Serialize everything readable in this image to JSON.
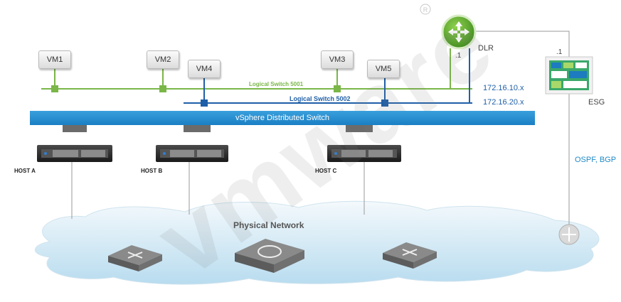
{
  "vms": [
    {
      "id": "vm1",
      "label": "VM1"
    },
    {
      "id": "vm2",
      "label": "VM2"
    },
    {
      "id": "vm4",
      "label": "VM4"
    },
    {
      "id": "vm3",
      "label": "VM3"
    },
    {
      "id": "vm5",
      "label": "VM5"
    }
  ],
  "logical_switch_5001": "Logical Switch 5001",
  "logical_switch_5002": "Logical Switch 5002",
  "subnet_1": "172.16.10.x",
  "subnet_2": "172.16.20.x",
  "vds_label": "vSphere Distributed Switch",
  "dlr_label": "DLR",
  "dlr_ip": ".1",
  "esg_label": "ESG",
  "esg_ip": ".1",
  "routing_label": "OSPF, BGP",
  "hosts": [
    "HOST A",
    "HOST B",
    "HOST C"
  ],
  "physical_network": "Physical Network",
  "watermark": "vmware",
  "colors": {
    "green": "#7ab648",
    "blue": "#1f5fa8",
    "vds": "#1a7fc4"
  }
}
